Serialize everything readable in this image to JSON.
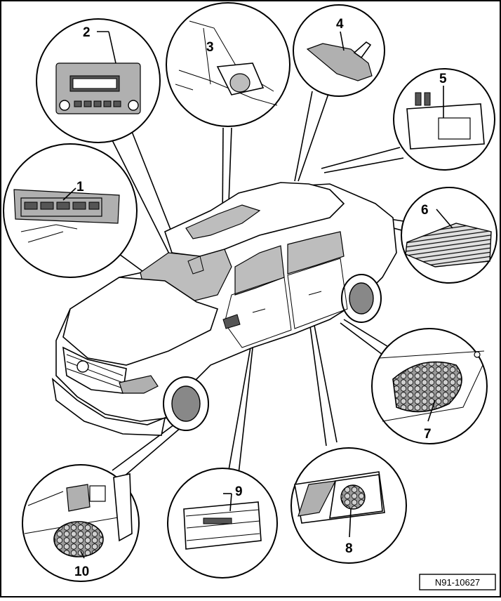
{
  "figure": {
    "reference_code": "N91-10627",
    "callouts": [
      "1",
      "2",
      "3",
      "4",
      "5",
      "6",
      "7",
      "8",
      "9",
      "10"
    ]
  },
  "colors": {
    "line": "#000000",
    "background": "#ffffff",
    "fill_grey": "#b0b0b0"
  }
}
